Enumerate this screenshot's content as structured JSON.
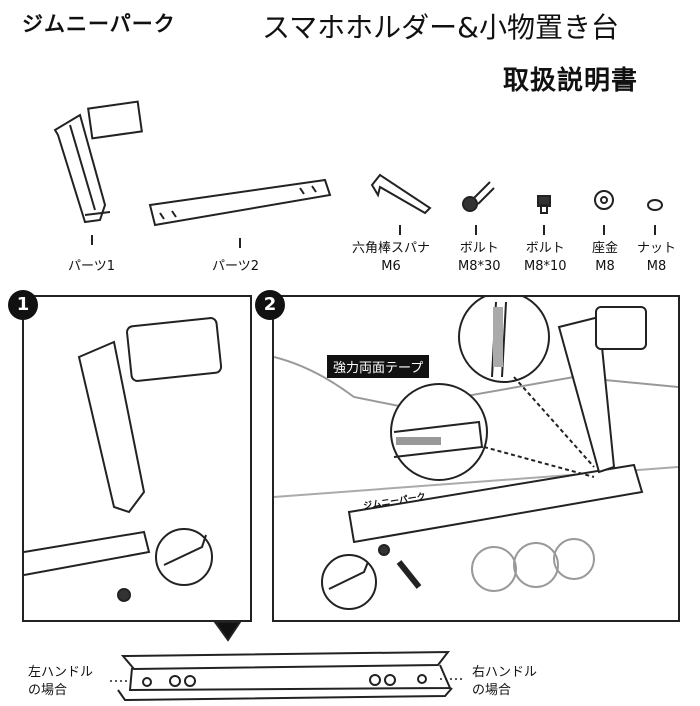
{
  "header": {
    "brand": "ジムニーパーク",
    "title": "スマホホルダー&小物置き台",
    "subtitle": "取扱説明書"
  },
  "parts": [
    {
      "name": "パーツ1",
      "spec": ""
    },
    {
      "name": "パーツ2",
      "spec": ""
    },
    {
      "name": "六角棒スパナ",
      "spec": "M6"
    },
    {
      "name": "ボルト",
      "spec": "M8*30"
    },
    {
      "name": "ボルト",
      "spec": "M8*10"
    },
    {
      "name": "座金",
      "spec": "M8"
    },
    {
      "name": "ナット",
      "spec": "M8"
    }
  ],
  "bar_print": "ジムニーパーク",
  "steps": [
    {
      "number": "1"
    },
    {
      "number": "2"
    }
  ],
  "step2": {
    "tape_label": "強力両面テープ"
  },
  "bottom": {
    "left_label": [
      "左ハンドル",
      "の場合"
    ],
    "right_label": [
      "右ハンドル",
      "の場合"
    ]
  }
}
